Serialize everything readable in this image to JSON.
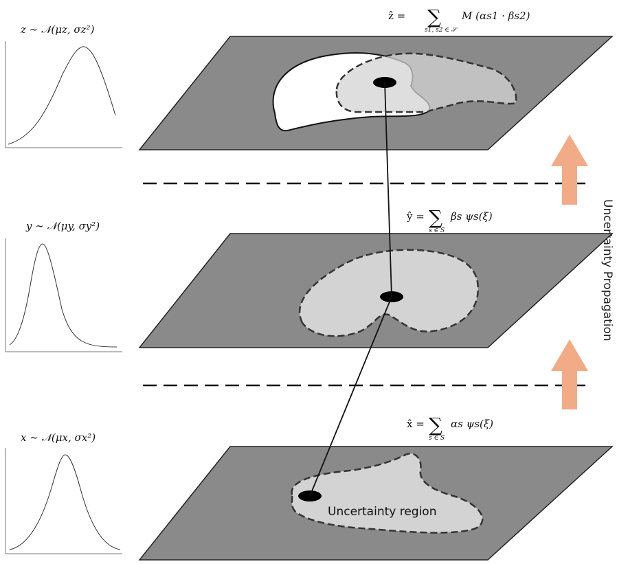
{
  "distributions": {
    "z": "z ∼ 𝒩(μz, σz²)",
    "y": "y ∼ 𝒩(μy, σy²)",
    "x": "x ∼ 𝒩(μx, σx²)"
  },
  "equations": {
    "z_hat": {
      "lhs": "ẑ =",
      "sum": "∑",
      "sub": "s1, s2 ∈ 𝒮",
      "rhs": "M (αs1 · βs2)"
    },
    "y_hat": {
      "lhs": "ŷ =",
      "sum": "∑",
      "sub": "s ∈ S",
      "rhs": "βs ψs(ξ)"
    },
    "x_hat": {
      "lhs": "x̂ =",
      "sum": "∑",
      "sub": "s ∈ S",
      "rhs": "αs ψs(ξ)"
    }
  },
  "labels": {
    "region": "Uncertainty region",
    "side": "Uncertainty Propagation"
  },
  "colors": {
    "plane": "#8a8a8a",
    "region": "#d3d3d3",
    "region_white": "#ffffff",
    "arrow": "#f2ab87"
  }
}
